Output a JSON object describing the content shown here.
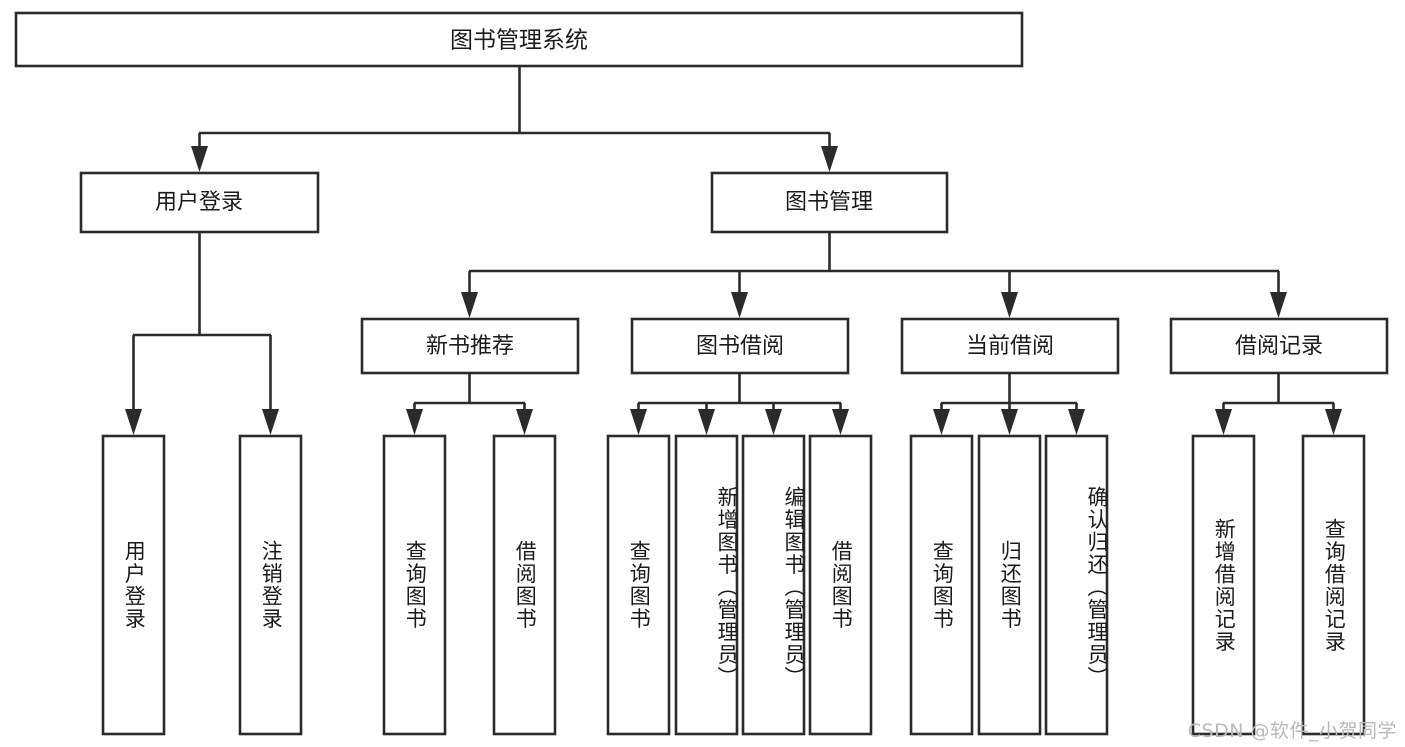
{
  "diagram": {
    "type": "tree-hierarchy-chart",
    "title": "图书管理系统",
    "orientation": "top-down",
    "colors": {
      "box_fill": "#ffffff",
      "box_stroke": "#2b2b2b",
      "connector": "#2b2b2b",
      "text": "#1b1b1b",
      "watermark": "#b9b9b9",
      "background": "#ffffff"
    },
    "root": {
      "label": "图书管理系统"
    },
    "level2": [
      {
        "label": "用户登录"
      },
      {
        "label": "图书管理"
      }
    ],
    "level3": [
      {
        "label": "新书推荐"
      },
      {
        "label": "图书借阅"
      },
      {
        "label": "当前借阅"
      },
      {
        "label": "借阅记录"
      }
    ],
    "leaves": {
      "user_login": [
        {
          "label": "用户登录"
        },
        {
          "label": "注销登录"
        }
      ],
      "new_book_recommend": [
        {
          "label": "查询图书"
        },
        {
          "label": "借阅图书"
        }
      ],
      "book_borrow": [
        {
          "label": "查询图书"
        },
        {
          "label": "新增图书（管理员）"
        },
        {
          "label": "编辑图书（管理员）"
        },
        {
          "label": "借阅图书"
        }
      ],
      "current_borrow": [
        {
          "label": "查询图书"
        },
        {
          "label": "归还图书"
        },
        {
          "label": "确认归还（管理员）"
        }
      ],
      "borrow_record": [
        {
          "label": "新增借阅记录"
        },
        {
          "label": "查询借阅记录"
        }
      ]
    },
    "watermark": "CSDN @软件_小贺同学"
  }
}
